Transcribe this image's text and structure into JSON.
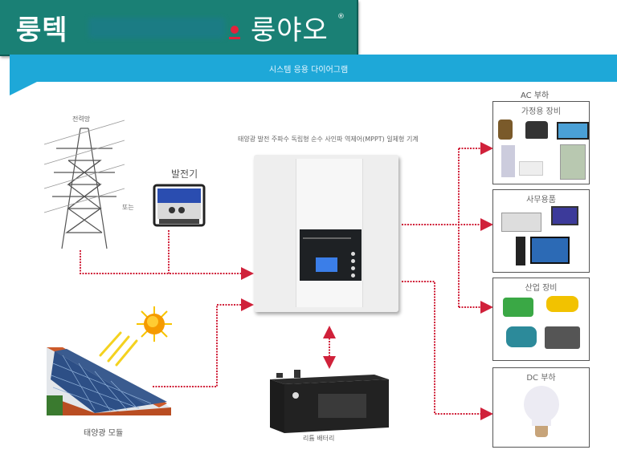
{
  "header": {
    "brand_left": "룽텍",
    "brand_right": "룽야오",
    "registered_mark": "®",
    "banner_title": "시스템 응용 다이어그램"
  },
  "sources": {
    "grid_label": "전력망",
    "or_label": "또는",
    "generator_label": "발전기",
    "solar_label": "태양광 모듈",
    "battery_label": "리튬 배터리"
  },
  "inverter": {
    "caption": "태양광 발전 주파수 독립형 순수 사인파 역제어(MPPT) 일체형 기계"
  },
  "loads": {
    "ac_heading": "AC 부하",
    "groups": [
      {
        "title": "가정용 장비",
        "items": [
          "pressure-cooker",
          "induction-cooker",
          "tv",
          "fridge",
          "air-conditioner",
          "double-door-fridge"
        ]
      },
      {
        "title": "사무용품",
        "items": [
          "printer",
          "laptop",
          "desktop-pc"
        ]
      },
      {
        "title": "산업 장비",
        "items": [
          "drill",
          "angle-grinder",
          "motor",
          "air-compressor"
        ]
      },
      {
        "title": "DC 부하",
        "items": [
          "led-bulb"
        ]
      }
    ]
  },
  "colors": {
    "logo_bg": "#1a8075",
    "ribbon": "#1ea8d8",
    "connector": "#d0213a"
  }
}
